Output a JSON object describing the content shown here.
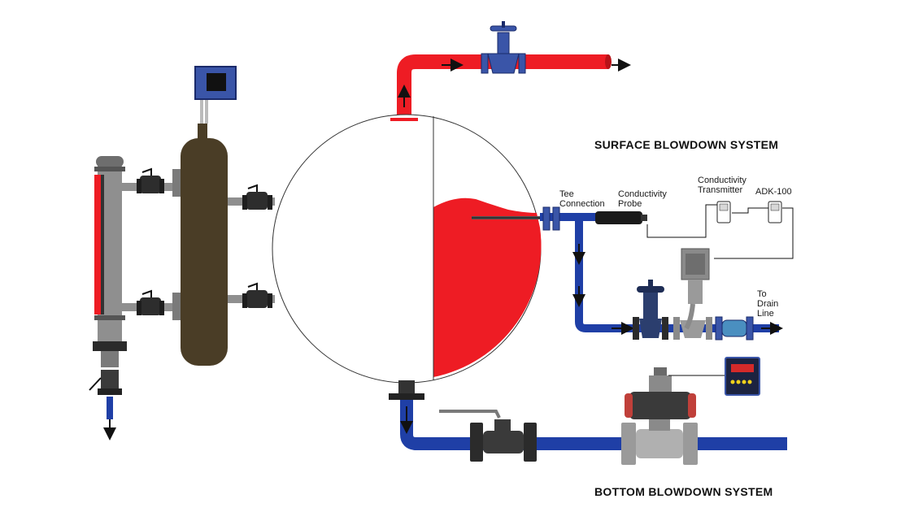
{
  "titles": {
    "surface": "SURFACE BLOWDOWN SYSTEM",
    "bottom": "BOTTOM BLOWDOWN SYSTEM"
  },
  "labels": {
    "tee_connection": "Tee\nConnection",
    "conductivity_probe": "Conductivity\nProbe",
    "conductivity_transmitter": "Conductivity\nTransmitter",
    "adk": "ADK-100",
    "drain": "To\nDrain\nLine"
  },
  "colors": {
    "steam_red": "#ee1c24",
    "water_blue": "#1f3fa6",
    "drum_olive": "#4a3d26",
    "valve_grey": "#8a8a8a",
    "panel_blue": "#3a55a8",
    "indicator_yellow": "#f2d21b"
  }
}
